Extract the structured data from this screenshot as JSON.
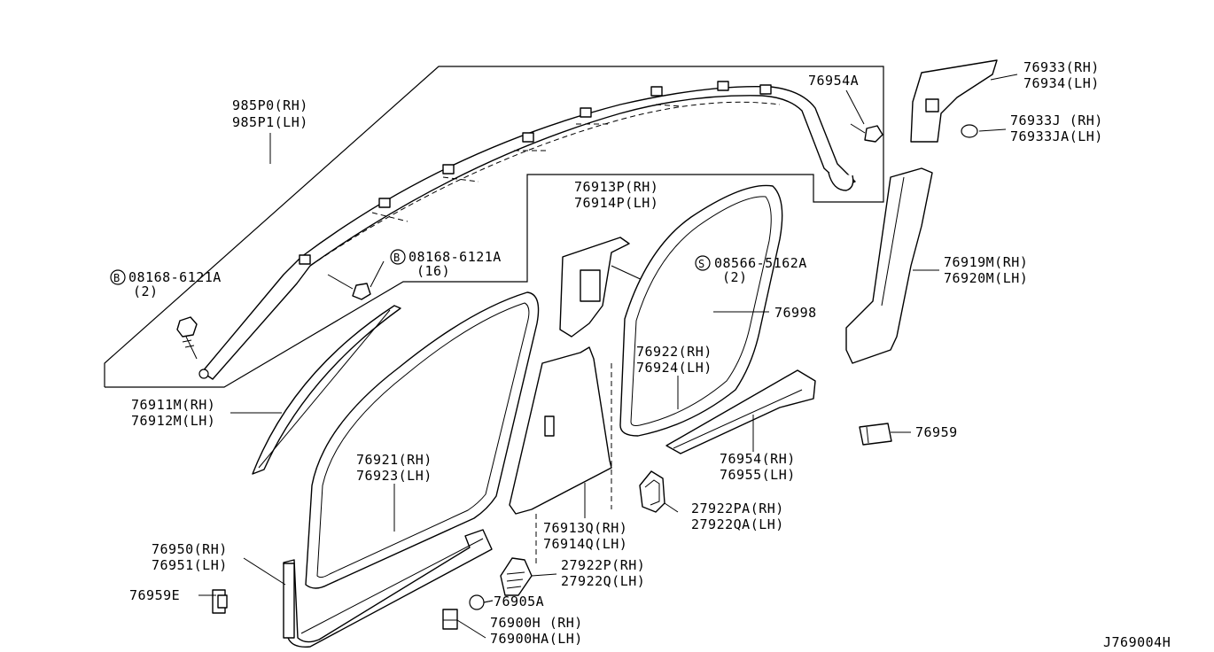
{
  "diagram_id": "J769004H",
  "callouts": {
    "c985p0": "985P0(RH)",
    "c985p1": "985P1(LH)",
    "c76954a": "76954A",
    "c76933": "76933(RH)",
    "c76934": "76934(LH)",
    "c76933j": "76933J (RH)",
    "c76933ja": "76933JA(LH)",
    "b_left_code": "08168-6121A",
    "b_left_qty": "(2)",
    "b_right_code": "08168-6121A",
    "b_right_qty": "(16)",
    "b_symbol": "B",
    "s_symbol": "S",
    "s_code": "08566-5162A",
    "s_qty": "(2)",
    "c76913p": "76913P(RH)",
    "c76914p": "76914P(LH)",
    "c76919m": "76919M(RH)",
    "c76920m": "76920M(LH)",
    "c76998": "76998",
    "c76922": "76922(RH)",
    "c76924": "76924(LH)",
    "c76911m": "76911M(RH)",
    "c76912m": "76912M(LH)",
    "c76959": "76959",
    "c76954": "76954(RH)",
    "c76955": "76955(LH)",
    "c76921": "76921(RH)",
    "c76923": "76923(LH)",
    "c27922pa": "27922PA(RH)",
    "c27922qa": "27922QA(LH)",
    "c76913q": "76913Q(RH)",
    "c76914q": "76914Q(LH)",
    "c76950": "76950(RH)",
    "c76951": "76951(LH)",
    "c27922p": "27922P(RH)",
    "c27922q": "27922Q(LH)",
    "c76959e": "76959E",
    "c76905a": "76905A",
    "c76900h": "76900H (RH)",
    "c76900ha": "76900HA(LH)"
  }
}
